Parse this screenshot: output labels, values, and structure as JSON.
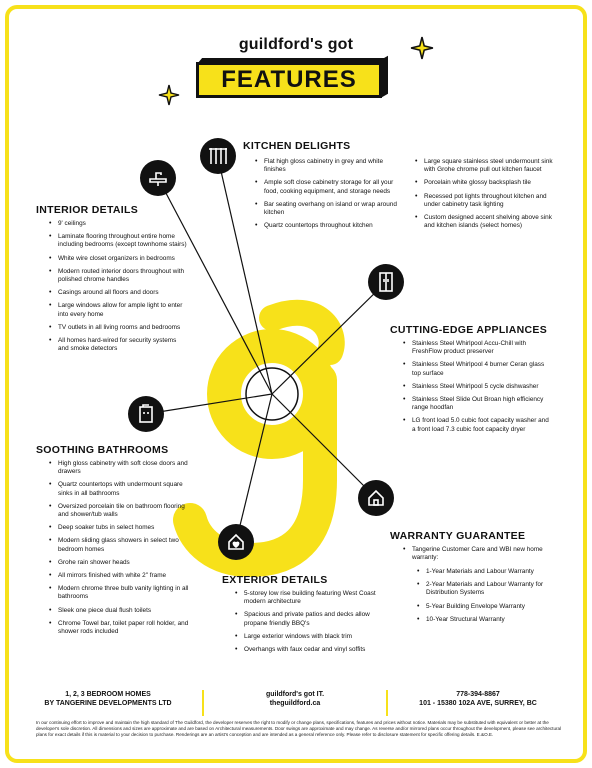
{
  "header": {
    "tagline": "guildford's got",
    "title": "FEATURES"
  },
  "sections": {
    "kitchen": {
      "title": "KITCHEN DELIGHTS",
      "col1": [
        "Flat high gloss cabinetry in grey and white finishes",
        "Ample soft close cabinetry storage for all your food, cooking equipment, and storage needs",
        "Bar seating overhang on island or wrap around kitchen",
        "Quartz countertops throughout kitchen"
      ],
      "col2": [
        "Large square stainless steel undermount sink with Grohe chrome pull out kitchen faucet",
        "Porcelain white glossy backsplash tile",
        "Recessed pot lights throughout kitchen and under cabinetry task lighting",
        "Custom designed accent shelving above sink and kitchen islands (select homes)"
      ]
    },
    "interior": {
      "title": "INTERIOR DETAILS",
      "items": [
        "9' ceilings",
        "Laminate flooring throughout entire home including bedrooms (except townhome stairs)",
        "White wire closet organizers in bedrooms",
        "Modern routed interior doors throughout with polished chrome handles",
        "Casings around all floors and doors",
        "Large windows allow for ample light to enter into every home",
        "TV outlets in all living rooms and bedrooms",
        "All homes hard-wired for security systems and smoke detectors"
      ]
    },
    "appliances": {
      "title": "CUTTING-EDGE APPLIANCES",
      "items": [
        "Stainless Steel Whirlpool Accu-Chill with FreshFlow product preserver",
        "Stainless Steel Whirlpool 4 burner Ceran glass top surface",
        "Stainless Steel Whirlpool 5 cycle dishwasher",
        "Stainless Steel Slide Out Broan high efficiency range hoodfan",
        "LG front load 5.0 cubic foot capacity washer and a front load 7.3 cubic foot capacity dryer"
      ]
    },
    "bathrooms": {
      "title": "SOOTHING BATHROOMS",
      "items": [
        "High gloss cabinetry with soft close doors and drawers",
        "Quartz countertops with undermount square sinks in all bathrooms",
        "Oversized porcelain tile on bathroom flooring and shower/tub walls",
        "Deep soaker tubs in select homes",
        "Modern sliding glass showers in select two bedroom homes",
        "Grohe rain shower heads",
        "All mirrors finished with white 2\" frame",
        "Modern chrome three bulb vanity lighting in all bathrooms",
        "Sleek one piece dual flush toilets",
        "Chrome Towel bar, toilet paper roll holder, and shower rods included"
      ]
    },
    "warranty": {
      "title": "WARRANTY GUARANTEE",
      "intro": "Tangerine Customer Care and WBI new home warranty:",
      "items": [
        "1-Year Materials and Labour Warranty",
        "2-Year Materials and Labour Warranty for Distribution Systems",
        "5-Year Building Envelope Warranty",
        "10-Year Structural Warranty"
      ]
    },
    "exterior": {
      "title": "EXTERIOR DETAILS",
      "items": [
        "5-storey low rise building featuring West Coast modern architecture",
        "Spacious and private patios and decks allow propane friendly BBQ's",
        "Large exterior windows with black trim",
        "Overhangs with faux cedar and vinyl soffits"
      ]
    }
  },
  "footer": {
    "left_line1": "1, 2, 3 BEDROOM HOMES",
    "left_line2": "BY TANGERINE DEVELOPMENTS LTD",
    "center_line1": "guildford's got IT.",
    "center_line2": "theguildford.ca",
    "right_line1": "778-394-8867",
    "right_line2": "101 - 15380 102A AVE, SURREY, BC",
    "disclaimer": "In our continuing effort to improve and maintain the high standard of The Guildford, the developer reserves the right to modify or change plans, specifications, features and prices without notice. Materials may be substituted with equivalent or better at the developer's sole discretion. All dimensions and sizes are approximate and are based on Architectural measurements. Door swings are approximate and may change. As reverse and/or mirrored plans occur throughout the development, please see architectural plans for exact details if this is material to your decision to purchase. Renderings are an artist's conception and are intended as a general reference only. Please refer to disclosure statement for specific offering details. E.&O.E."
  },
  "colors": {
    "accent": "#f7e11a",
    "ink": "#111111"
  },
  "icons": [
    "sparkle-icon",
    "utensils-icon",
    "sink-icon",
    "fridge-icon",
    "shower-icon",
    "house-icon",
    "heart-house-icon"
  ]
}
